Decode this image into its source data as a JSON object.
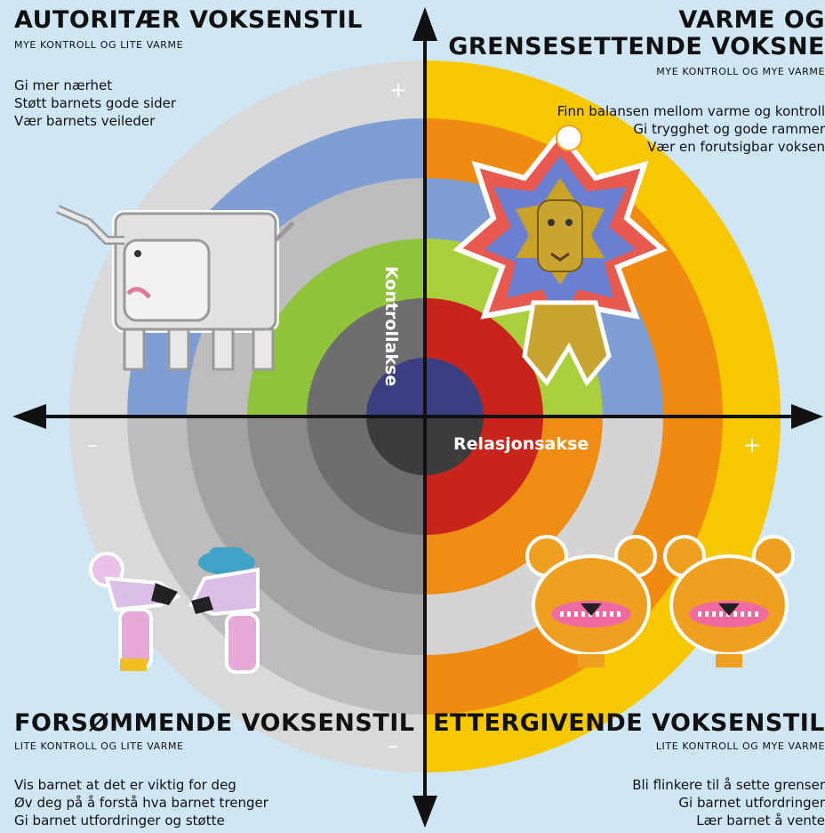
{
  "quadrants": {
    "top_left": {
      "title": "AUTORITÆR VOKSENSTIL",
      "subtitle": "MYE KONTROLL OG LITE VARME",
      "tips": [
        "Gi mer nærhet",
        "Støtt barnets gode sider",
        "Vær barnets veileder"
      ],
      "animal": "elephant-icon"
    },
    "top_right": {
      "title_line1": "VARME OG",
      "title_line2": "GRENSESETTENDE VOKSNE",
      "subtitle": "MYE KONTROLL OG MYE VARME",
      "tips": [
        "Finn balansen mellom varme og kontroll",
        "Gi trygghet og gode rammer",
        "Vær en forutsigbar voksen"
      ],
      "animal": "lion-icon"
    },
    "bottom_left": {
      "title": "FORSØMMENDE VOKSENSTIL",
      "subtitle": "LITE KONTROLL OG LITE VARME",
      "tips": [
        "Vis barnet at det er viktig for deg",
        "Øv deg på å forstå hva barnet trenger",
        "Gi barnet utfordringer og støtte"
      ],
      "animal": "mice-icon"
    },
    "bottom_right": {
      "title": "ETTERGIVENDE VOKSENSTIL",
      "subtitle": "LITE KONTROLL OG MYE VARME",
      "tips": [
        "Bli flinkere til å sette grenser",
        "Gi barnet utfordringer",
        "Lær barnet å vente"
      ],
      "animal": "bears-icon"
    }
  },
  "axes": {
    "vertical_label": "Kontrollakse",
    "horizontal_label": "Relasjonsakse",
    "plus": "+",
    "minus": "–"
  },
  "colors": {
    "background": "#cfe6f5",
    "left_rings": [
      "#d9d9d9",
      "#7f9fd4",
      "#bdbdbd",
      "#8fc33a",
      "#6e6e6e",
      "#3a3f82"
    ],
    "right_rings": [
      "#f7c800",
      "#f08a10",
      "#d9a32c",
      "#cfe06a",
      "#e07b16",
      "#c8241c",
      "#3a3f82"
    ],
    "bottom_left_rings": [
      "#d9d9d9",
      "#bdbdbd",
      "#a3a3a3",
      "#8a8a8a",
      "#6e6e6e",
      "#3c3c3c"
    ],
    "bottom_right_rings": [
      "#f7c800",
      "#f08a10",
      "#d4d4d4",
      "#ef8c12",
      "#c8241c"
    ]
  }
}
